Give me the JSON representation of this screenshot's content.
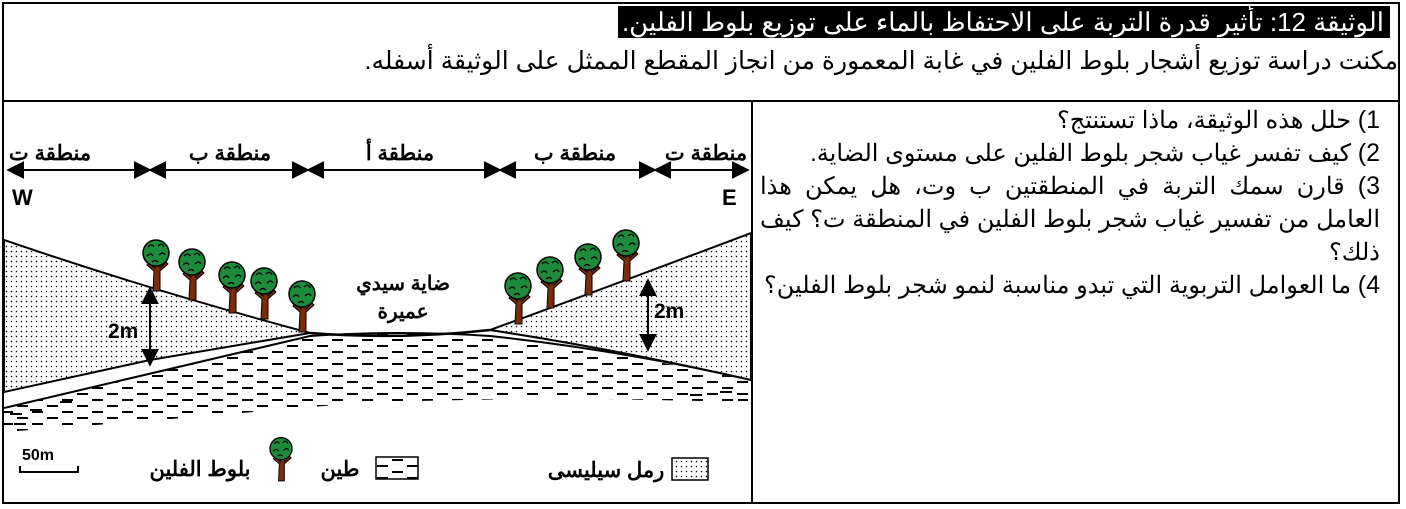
{
  "title": "الوثيقة 12: تأثير قدرة التربة على الاحتفاظ بالماء على توزيع بلوط الفلين.",
  "intro": "مكنت دراسة توزيع أشجار بلوط الفلين في غابة المعمورة من انجاز المقطع الممثل على الوثيقة أسفله.",
  "questions": [
    {
      "num": "1)",
      "text": "حلل هذه الوثيقة، ماذا تستنتج؟"
    },
    {
      "num": "2)",
      "text": "كيف تفسر غياب شجر بلوط الفلين على مستوى الضاية."
    },
    {
      "num": "3)",
      "text": "قارن سمك التربة في المنطقتين ب وت، هل يمكن هذا العامل من تفسير غياب شجر بلوط الفلين في المنطقة ت؟ كيف ذلك؟"
    },
    {
      "num": "4)",
      "text": "ما العوامل التربوية التي تبدو مناسبة لنمو شجر بلوط الفلين؟"
    }
  ],
  "diagram": {
    "zones": [
      "منطقة ت",
      "منطقة ب",
      "منطقة أ",
      "منطقة ب",
      "منطقة ت"
    ],
    "west": "W",
    "east": "E",
    "pond_label_line1": "ضاية سيدي",
    "pond_label_line2": "عميرة",
    "thickness_left": "2m",
    "thickness_right": "2m",
    "scale": "50m",
    "legend": {
      "sand": "رمل سيليسى",
      "clay": "طين",
      "cork_oak": "بلوط الفلين"
    }
  }
}
